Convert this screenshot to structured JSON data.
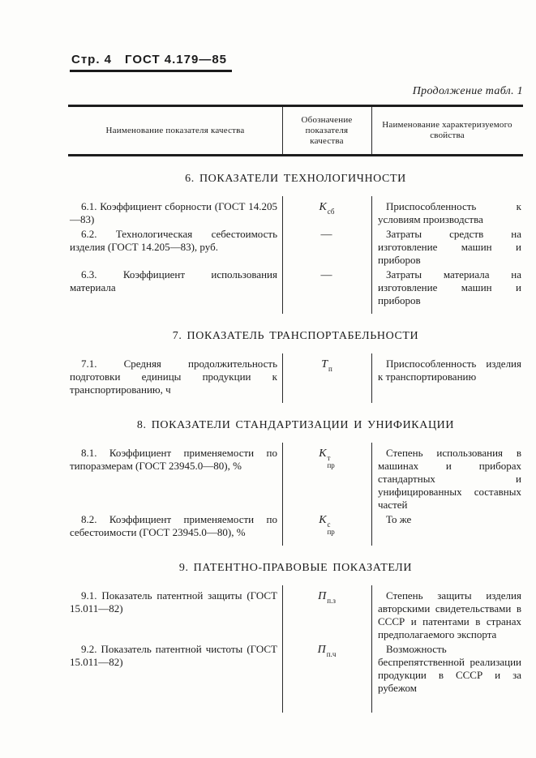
{
  "page": {
    "page_label": "Стр. 4",
    "doc_number": "ГОСТ 4.179—85",
    "continuation_note": "Продолжение табл. 1"
  },
  "table": {
    "columns": [
      "Наименование показателя качества",
      "Обозначение показателя качества",
      "Наименование характеризуемого свойства"
    ],
    "sections": [
      {
        "title": "6. ПОКАЗАТЕЛИ ТЕХНОЛОГИЧНОСТИ",
        "rows": [
          {
            "name": "6.1. Коэффициент сборности (ГОСТ 14.205—83)",
            "symbol": {
              "base": "К",
              "sup": "",
              "sub": "сб"
            },
            "property": "Приспособленность к условиям производства"
          },
          {
            "name": "6.2. Технологическая себестоимость изделия (ГОСТ 14.205—83), руб.",
            "symbol": {
              "base": "—",
              "sup": "",
              "sub": ""
            },
            "property": "Затраты средств на изготовление машин и приборов"
          },
          {
            "name": "6.3. Коэффициент использования материала",
            "symbol": {
              "base": "—",
              "sup": "",
              "sub": ""
            },
            "property": "Затраты материала на изготовление машин и приборов"
          }
        ]
      },
      {
        "title": "7. ПОКАЗАТЕЛЬ ТРАНСПОРТАБЕЛЬНОСТИ",
        "rows": [
          {
            "name": "7.1. Средняя продолжительность подготовки единицы продукции к транспортированию, ч",
            "symbol": {
              "base": "Т",
              "sup": "",
              "sub": "п"
            },
            "property": "Приспособленность изделия к транспортированию"
          }
        ]
      },
      {
        "title": "8. ПОКАЗАТЕЛИ СТАНДАРТИЗАЦИИ И УНИФИКАЦИИ",
        "rows": [
          {
            "name": "8.1. Коэффициент применяемости по типоразмерам (ГОСТ 23945.0—80), %",
            "symbol": {
              "base": "К",
              "sup": "т",
              "sub": "пр"
            },
            "property": "Степень использования в машинах и приборах стандартных и унифицированных составных частей"
          },
          {
            "name": "8.2. Коэффициент применяемости по себестоимости (ГОСТ 23945.0—80), %",
            "symbol": {
              "base": "К",
              "sup": "с",
              "sub": "пр"
            },
            "property": "То же"
          }
        ]
      },
      {
        "title": "9. ПАТЕНТНО-ПРАВОВЫЕ ПОКАЗАТЕЛИ",
        "rows": [
          {
            "name": "9.1. Показатель патентной защиты (ГОСТ 15.011—82)",
            "symbol": {
              "base": "П",
              "sup": "",
              "sub": "п.з"
            },
            "property": "Степень защиты изделия авторскими свидетельствами в СССР и патентами в странах предполагаемого экспорта"
          },
          {
            "name": "9.2. Показатель патентной чистоты (ГОСТ 15.011—82)",
            "symbol": {
              "base": "П",
              "sup": "",
              "sub": "п.ч"
            },
            "property": "Возможность беспрепятственной реализации продукции в СССР и за рубежом"
          }
        ]
      }
    ]
  }
}
